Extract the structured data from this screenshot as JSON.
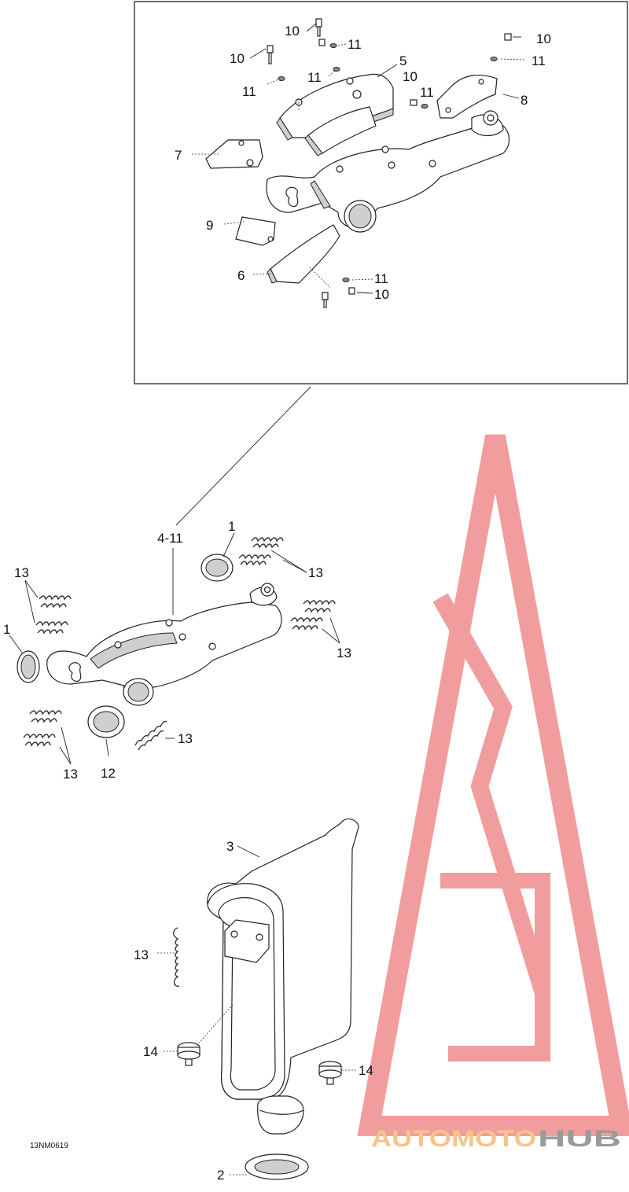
{
  "callouts": {
    "c10a": "10",
    "c11a": "11",
    "c10b": "10",
    "c11b": "11",
    "c11c": "11",
    "c5": "5",
    "c10c": "10",
    "c11d": "11",
    "c10d": "10",
    "c11e": "11",
    "c8": "8",
    "c7": "7",
    "c9": "9",
    "c6": "6",
    "c11f": "11",
    "c10e": "10",
    "c4_11": "4-11",
    "c1a": "1",
    "c13a": "13",
    "c13b": "13",
    "c1b": "1",
    "c13c": "13",
    "c13d": "13",
    "c12": "12",
    "c13e": "13",
    "c3": "3",
    "c13f": "13",
    "c14a": "14",
    "c14b": "14",
    "c2": "2"
  },
  "figure_code": "13NM0619",
  "watermark": {
    "text_a": "AUTOMOTO",
    "text_b": "HUB",
    "color_a": "#f6c48a",
    "color_b": "#9a9a9a",
    "logo_color": "#f08c8c"
  }
}
